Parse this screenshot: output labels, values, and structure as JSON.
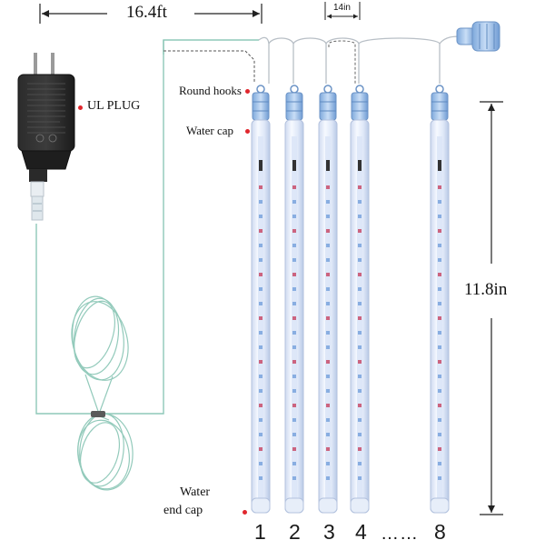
{
  "dimensions": {
    "cable_length": "16.4ft",
    "spacing": "14in",
    "tube_length": "11.8in"
  },
  "callouts": {
    "plug": "UL PLUG",
    "hooks": "Round hooks",
    "water_cap": "Water cap",
    "end_cap_line1": "Water",
    "end_cap_line2": "end cap"
  },
  "tube_numbers": [
    "1",
    "2",
    "3",
    "4",
    "8"
  ],
  "ellipsis": "……",
  "colors": {
    "cable": "#7fbfb0",
    "tube_glow": "#c9dcf3",
    "connector": "#8fb8e8",
    "callout_dot": "#e0262d"
  }
}
